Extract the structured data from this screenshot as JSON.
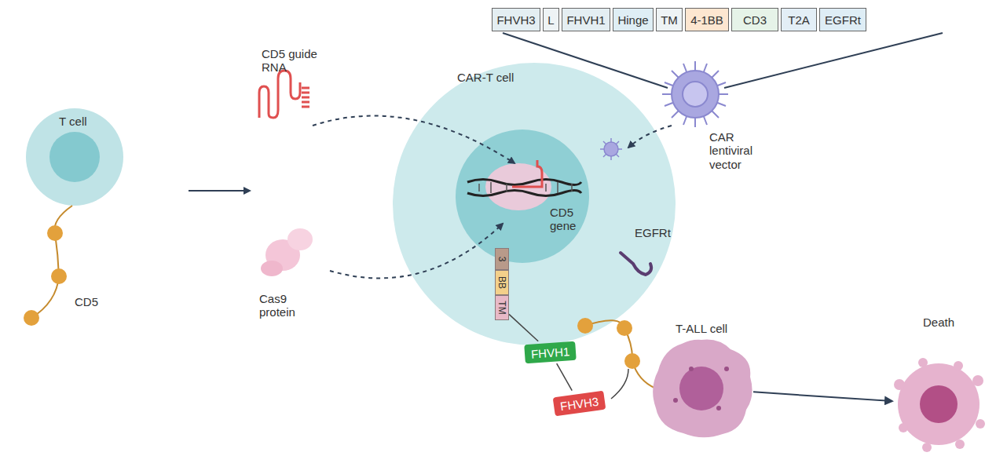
{
  "diagram": {
    "nodes": [
      {
        "text": [
          "FHVH3"
        ]
      },
      {
        "text": [
          "L"
        ]
      },
      {
        "text": [
          "FHVH1"
        ]
      },
      {
        "text": [
          "Hinge"
        ]
      },
      {
        "text": [
          "TM"
        ]
      },
      {
        "text": [
          "4-1BB"
        ]
      },
      {
        "text": [
          "CD3"
        ]
      },
      {
        "text": [
          "T2A"
        ]
      },
      {
        "text": [
          "EGFRt"
        ]
      },
      {
        "text": [
          "T cell"
        ]
      },
      {
        "text": [
          "CAR-T cell"
        ]
      },
      {
        "text": [
          "3"
        ]
      },
      {
        "text": [
          "BB"
        ]
      },
      {
        "text": [
          "TM"
        ]
      },
      {
        "text": [
          "FHVH1"
        ]
      },
      {
        "text": [
          "FHVH3"
        ]
      },
      {
        "text": [
          "T-ALL cell"
        ]
      },
      {
        "text": [
          "Death"
        ]
      }
    ],
    "edges": [
      {
        "from": 13,
        "to": 14,
        "arrow": "none"
      },
      {
        "from": 14,
        "to": 15,
        "arrow": "none"
      },
      {
        "from": 16,
        "to": 17,
        "arrow": "to"
      }
    ],
    "labels": [
      "CD5",
      "CD5 guide RNA",
      "Cas9 protein",
      "CD5 gene",
      "CAR lentiviral vector",
      "EGFRt"
    ]
  }
}
